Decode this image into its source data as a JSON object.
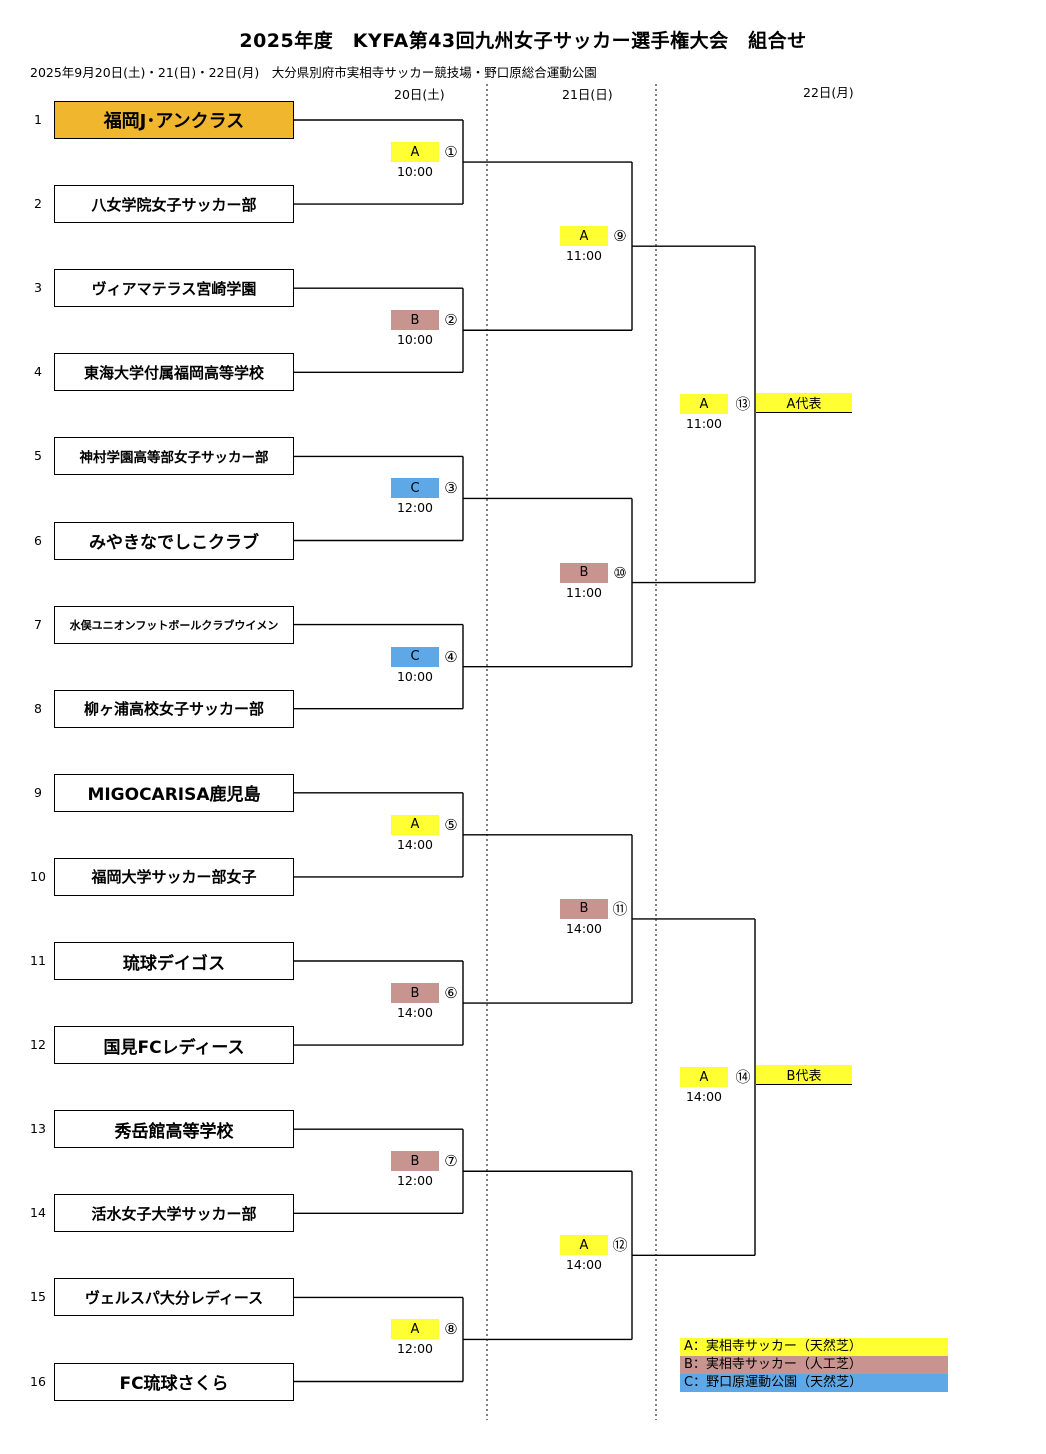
{
  "title": "2025年度　KYFA第43回九州女子サッカー選手権大会　組合せ",
  "subtitle": "2025年9月20日(土)・21(日)・22日(月)　大分県別府市実相寺サッカー競技場・野口原総合運動公園",
  "days": [
    "20日(土)",
    "21日(日)",
    "22日(月)"
  ],
  "teams": [
    {
      "num": "1",
      "name": "福岡J･アンクラス",
      "seed": true
    },
    {
      "num": "2",
      "name": "八女学院女子サッカー部"
    },
    {
      "num": "3",
      "name": "ヴィアマテラス宮崎学園"
    },
    {
      "num": "4",
      "name": "東海大学付属福岡高等学校"
    },
    {
      "num": "5",
      "name": "神村学園高等部女子サッカー部"
    },
    {
      "num": "6",
      "name": "みやきなでしこクラブ"
    },
    {
      "num": "7",
      "name": "水俣ユニオンフットボールクラブウイメン"
    },
    {
      "num": "8",
      "name": "柳ヶ浦高校女子サッカー部"
    },
    {
      "num": "9",
      "name": "MIGOCARISA鹿児島"
    },
    {
      "num": "10",
      "name": "福岡大学サッカー部女子"
    },
    {
      "num": "11",
      "name": "琉球デイゴス"
    },
    {
      "num": "12",
      "name": "国見FCレディース"
    },
    {
      "num": "13",
      "name": "秀岳館高等学校"
    },
    {
      "num": "14",
      "name": "活水女子大学サッカー部"
    },
    {
      "num": "15",
      "name": "ヴェルスパ大分レディース"
    },
    {
      "num": "16",
      "name": "FC琉球さくら"
    }
  ],
  "matches": [
    {
      "no": "①",
      "venue": "A",
      "time": "10:00"
    },
    {
      "no": "②",
      "venue": "B",
      "time": "10:00"
    },
    {
      "no": "③",
      "venue": "C",
      "time": "12:00"
    },
    {
      "no": "④",
      "venue": "C",
      "time": "10:00"
    },
    {
      "no": "⑤",
      "venue": "A",
      "time": "14:00"
    },
    {
      "no": "⑥",
      "venue": "B",
      "time": "14:00"
    },
    {
      "no": "⑦",
      "venue": "B",
      "time": "12:00"
    },
    {
      "no": "⑧",
      "venue": "A",
      "time": "12:00"
    },
    {
      "no": "⑨",
      "venue": "A",
      "time": "11:00"
    },
    {
      "no": "⑩",
      "venue": "B",
      "time": "11:00"
    },
    {
      "no": "⑪",
      "venue": "B",
      "time": "14:00"
    },
    {
      "no": "⑫",
      "venue": "A",
      "time": "14:00"
    },
    {
      "no": "⑬",
      "venue": "A",
      "time": "11:00"
    },
    {
      "no": "⑭",
      "venue": "A",
      "time": "14:00"
    }
  ],
  "representatives": [
    "A代表",
    "B代表"
  ],
  "legend": [
    {
      "key": "A",
      "text": "A：実相寺サッカー（天然芝）",
      "color": "#ffff33"
    },
    {
      "key": "B",
      "text": "B：実相寺サッカー（人工芝）",
      "color": "#c89490"
    },
    {
      "key": "C",
      "text": "C：野口原運動公園（天然芝）",
      "color": "#5ea8e8"
    }
  ],
  "colors": {
    "A": "#ffff33",
    "B": "#c89490",
    "C": "#5ea8e8",
    "seed": "#f0b72e"
  }
}
